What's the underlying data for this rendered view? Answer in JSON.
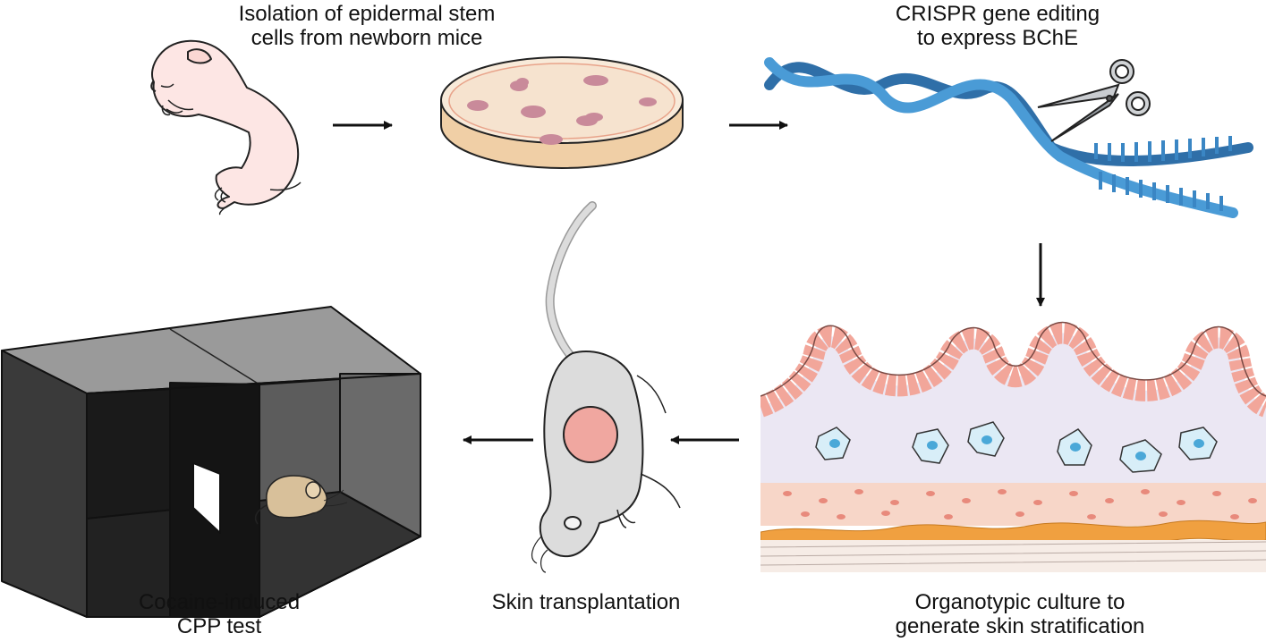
{
  "steps": {
    "isolation": {
      "line1": "Isolation of epidermal stem",
      "line2": "cells from newborn mice"
    },
    "crispr": {
      "line1": "CRISPR gene editing",
      "line2": "to express BChE"
    },
    "organotypic": {
      "line1": "Organotypic culture to",
      "line2": "generate skin stratification"
    },
    "transplant": {
      "line1": "Skin transplantation"
    },
    "cpp": {
      "line1": "Cocaine-induced",
      "line2": "CPP test"
    }
  },
  "colors": {
    "pup_skin": "#fde6e4",
    "dna_blue": "#3a86c4",
    "dish_medium": "#f6e3cf",
    "colony": "#c98a9a",
    "epithelium": "#f2a69a",
    "dermis": "#ebe7f3",
    "fibroblast": "#d8eef8",
    "basal_orange": "#f0a040",
    "box_dark": "#202020",
    "box_top": "#9a9a9a",
    "mouse_gray": "#dcdcdc",
    "graft_pink": "#f0a7a0",
    "cpp_mouse": "#d8c09a"
  },
  "icons": [
    "newborn-mouse-icon",
    "petri-dish-icon",
    "dna-helix-icon",
    "scissors-icon",
    "skin-section-icon",
    "adult-mouse-icon",
    "cpp-box-icon"
  ]
}
